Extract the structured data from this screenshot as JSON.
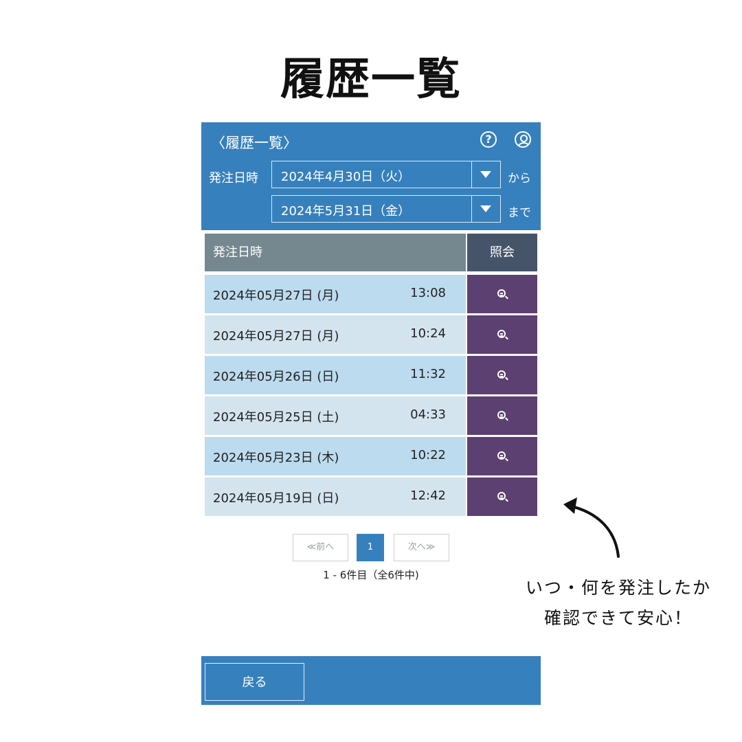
{
  "page_title": "履歴一覧",
  "app": {
    "header_title": "〈履歴一覧〉",
    "help_icon_glyph": "?",
    "filter": {
      "label": "発注日時",
      "from_value": "2024年4月30日（火）",
      "from_suffix": "から",
      "to_value": "2024年5月31日（金）",
      "to_suffix": "まで"
    },
    "table": {
      "col_date": "発注日時",
      "col_view": "照会",
      "rows": [
        {
          "date": "2024年05月27日 (月)",
          "time": "13:08"
        },
        {
          "date": "2024年05月27日 (月)",
          "time": "10:24"
        },
        {
          "date": "2024年05月26日 (日)",
          "time": "11:32"
        },
        {
          "date": "2024年05月25日 (土)",
          "time": "04:33"
        },
        {
          "date": "2024年05月23日 (木)",
          "time": "10:22"
        },
        {
          "date": "2024年05月19日 (日)",
          "time": "12:42"
        }
      ]
    },
    "pager": {
      "prev": "≪前へ",
      "current": "1",
      "next": "次へ≫",
      "info": "1 - 6件目（全6件中)"
    },
    "footer": {
      "back_label": "戻る"
    }
  },
  "annotation": {
    "line1": "いつ・何を発注したか",
    "line2": "確認できて安心！"
  },
  "colors": {
    "primary": "#3680bd",
    "view_cell": "#5d4072",
    "header_gray": "#76888f",
    "header_dark": "#46546a",
    "row_odd": "#bcdbee",
    "row_even": "#d4e4ee"
  }
}
